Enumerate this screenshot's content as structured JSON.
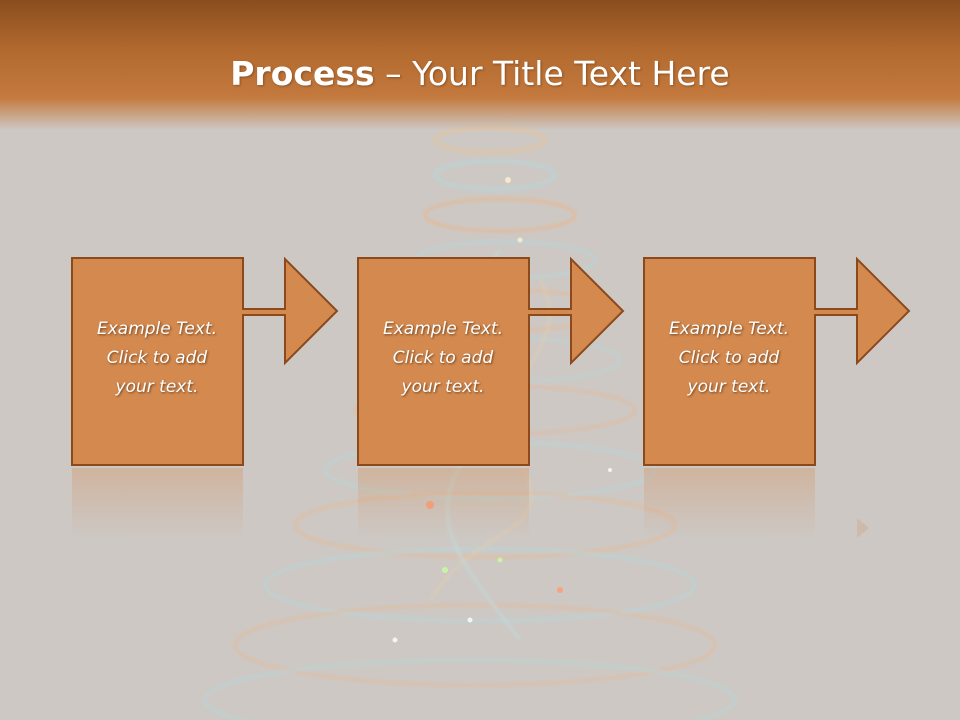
{
  "slide": {
    "title_bold": "Process",
    "title_rest": " – Your Title Text Here",
    "colors": {
      "header": "#b36a2f",
      "box_fill": "#d48a4f",
      "box_border": "#8c4a1c",
      "background": "#cdc8c4"
    }
  },
  "steps": [
    {
      "line1": "Example Text.",
      "line2": "Click  to add",
      "line3": "your text."
    },
    {
      "line1": "Example Text.",
      "line2": "Click  to add",
      "line3": "your text."
    },
    {
      "line1": "Example Text.",
      "line2": "Click  to add",
      "line3": "your text."
    }
  ]
}
